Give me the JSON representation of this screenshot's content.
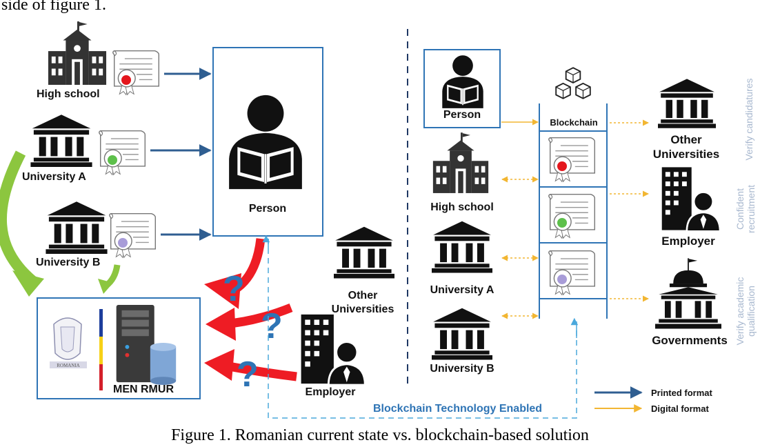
{
  "top_text": "side of figure 1.",
  "caption": "Figure 1. Romanian current state vs. blockchain-based solution",
  "left": {
    "high_school": "High school",
    "university_a": "University A",
    "university_b": "University B",
    "person": "Person",
    "men_rmur": "MEN RMUR",
    "other_universities": [
      "Other",
      "Universities"
    ],
    "employer": "Employer",
    "logo_text": "ROMANIA"
  },
  "right": {
    "person": "Person",
    "blockchain": "Blockchain",
    "high_school": "High school",
    "university_a": "University A",
    "university_b": "University B",
    "other_universities": [
      "Other",
      "Universities"
    ],
    "employer": "Employer",
    "governments": "Governments",
    "verify_candidatures": "Verify candidatures",
    "confident_recruitment": [
      "Confident",
      "recruitment"
    ],
    "verify_academic": [
      "Verify academic",
      "qualification"
    ]
  },
  "blockchain_enabled": "Blockchain Technology Enabled",
  "legend": {
    "printed": "Printed format",
    "digital": "Digital format"
  },
  "colors": {
    "printed_arrow": "#2f5e91",
    "digital_arrow": "#f2b632",
    "box_border": "#2e74b5",
    "dashed_line": "#4aa8dc",
    "enabled_text": "#2e74b5",
    "red_arrow": "#ee1c24",
    "question_mark": "#2e74b5",
    "green_arrow": "#8cc63f",
    "seal_red": "#e4161c",
    "seal_green": "#5dc04b",
    "seal_purple": "#a89cd8"
  }
}
